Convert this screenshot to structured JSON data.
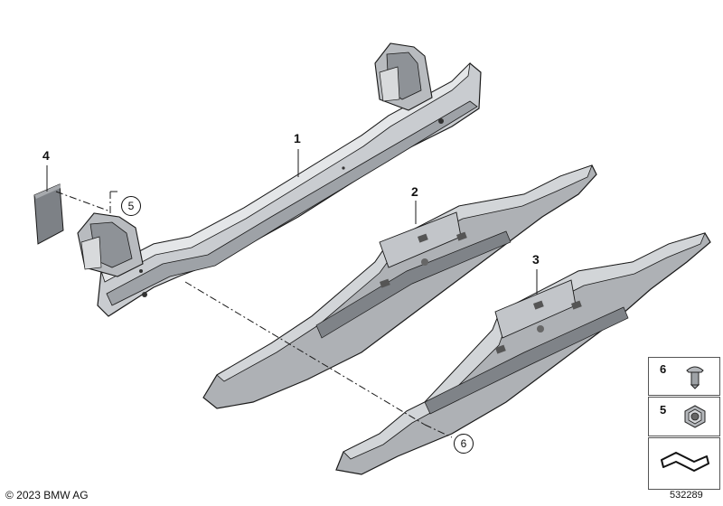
{
  "callouts": {
    "part1": "1",
    "part2": "2",
    "part3": "3",
    "part4": "4",
    "ref5": "5",
    "ref6": "6"
  },
  "legend": {
    "row1_number": "6",
    "row2_number": "5",
    "row1_icon": "push-rivet-icon",
    "row2_icon": "hex-nut-icon",
    "row3_icon": "arrow-symbol-icon"
  },
  "footer": {
    "copyright": "© 2023 BMW AG",
    "diagram_number": "532289"
  },
  "colors": {
    "part_fill": "#c9ccd0",
    "part_shadow": "#8c9096",
    "outline": "#1a1a1a"
  }
}
